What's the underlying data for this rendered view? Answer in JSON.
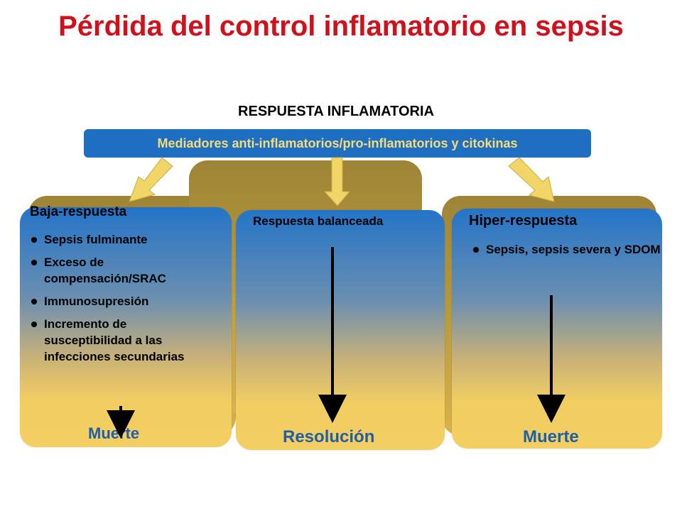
{
  "title": "Pérdida del control inflamatorio en sepsis",
  "subtitle": "RESPUESTA INFLAMATORIA",
  "mediators": "Mediadores anti-inflamatorios/pro-inflamatorios y citokinas",
  "panels": {
    "low": {
      "heading": "Baja-respuesta",
      "bullets": [
        "Sepsis fulminante",
        "Exceso de compensación/SRAC",
        "Immunosupresión",
        "Incremento de susceptibilidad a las infecciones secundarias"
      ],
      "outcome": "Muerte"
    },
    "balanced": {
      "heading": "Respuesta balanceada",
      "outcome": "Resolución"
    },
    "high": {
      "heading": "Hiper-respuesta",
      "bullets": [
        "Sepsis, sepsis severa y SDOM"
      ],
      "outcome": "Muerte"
    }
  },
  "colors": {
    "title": "#d0101a",
    "mediator_bar": "#1e6fc1",
    "mediator_text": "#f4dc7a",
    "outcome_text": "#1f5fa8",
    "arrow_yellow": "#f2d567"
  }
}
